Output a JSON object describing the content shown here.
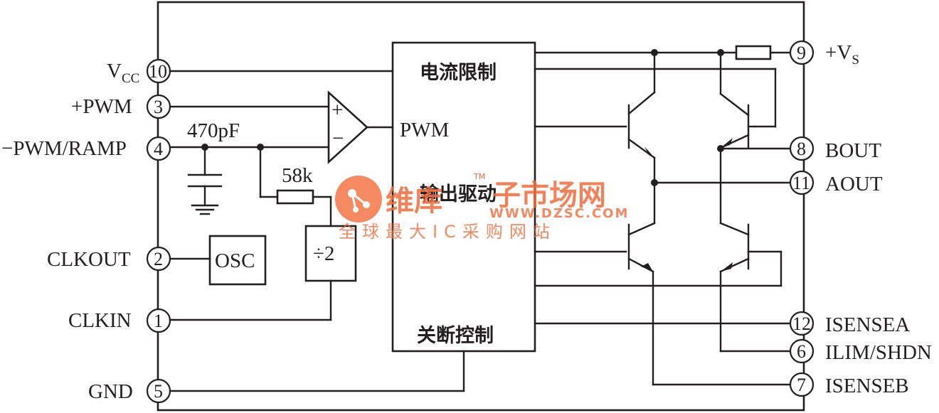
{
  "pins": {
    "p10": {
      "num": "10",
      "label": "V",
      "sub": "CC"
    },
    "p3": {
      "num": "3",
      "label": "+PWM"
    },
    "p4": {
      "num": "4",
      "label": "−PWM/RAMP"
    },
    "p2": {
      "num": "2",
      "label": "CLKOUT"
    },
    "p1": {
      "num": "1",
      "label": "CLKIN"
    },
    "p5": {
      "num": "5",
      "label": "GND"
    },
    "p9": {
      "num": "9",
      "label": "+V",
      "sub": "S"
    },
    "p8": {
      "num": "8",
      "label": "BOUT"
    },
    "p11": {
      "num": "11",
      "label": "AOUT"
    },
    "p12": {
      "num": "12",
      "label": "ISENSEA"
    },
    "p6": {
      "num": "6",
      "label": "ILIM/SHDN"
    },
    "p7": {
      "num": "7",
      "label": "ISENSEB"
    }
  },
  "components": {
    "cap_label": "470pF",
    "res_label": "58k",
    "osc_label": "OSC",
    "div_label": "÷2",
    "comp_plus": "+",
    "comp_minus": "−"
  },
  "control_block": {
    "current_limit": "电流限制",
    "pwm": "PWM",
    "output_drive": "输出驱动",
    "shutdown": "关断控制"
  },
  "watermark": {
    "brand": "维库",
    "tm": "TM",
    "site_name": "子市场网",
    "url": "WWW.DZSC.COM",
    "slogan": "全球最大IC采购网站"
  }
}
